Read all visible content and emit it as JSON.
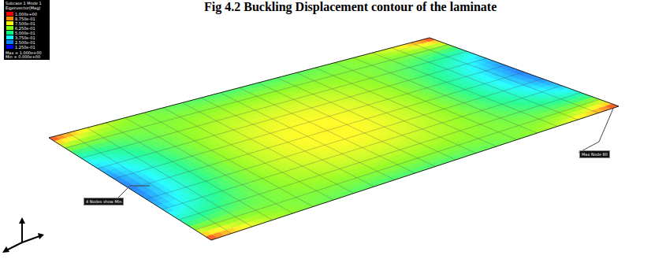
{
  "diagram": {
    "caption": "Fig 4.2 Buckling Displacement contour of the laminate",
    "labels": [
      "Subcase 1 Mode 1",
      "Eigenvector(Mag)",
      "Max = 1.000e+00",
      "Min = 0.000e+00",
      "4 Nodes show Min",
      "Max Node 80"
    ],
    "legend": [
      {
        "text": "1.000e+00",
        "color": "#ff0000"
      },
      {
        "text": "8.750e-01",
        "color": "#ff8c00"
      },
      {
        "text": "7.500e-01",
        "color": "#ffff00"
      },
      {
        "text": "6.250e-01",
        "color": "#80ff00"
      },
      {
        "text": "5.000e-01",
        "color": "#00ff80"
      },
      {
        "text": "3.750e-01",
        "color": "#00ffff"
      },
      {
        "text": "2.500e-01",
        "color": "#0080ff"
      },
      {
        "text": "1.250e-01",
        "color": "#0000ff"
      }
    ]
  }
}
